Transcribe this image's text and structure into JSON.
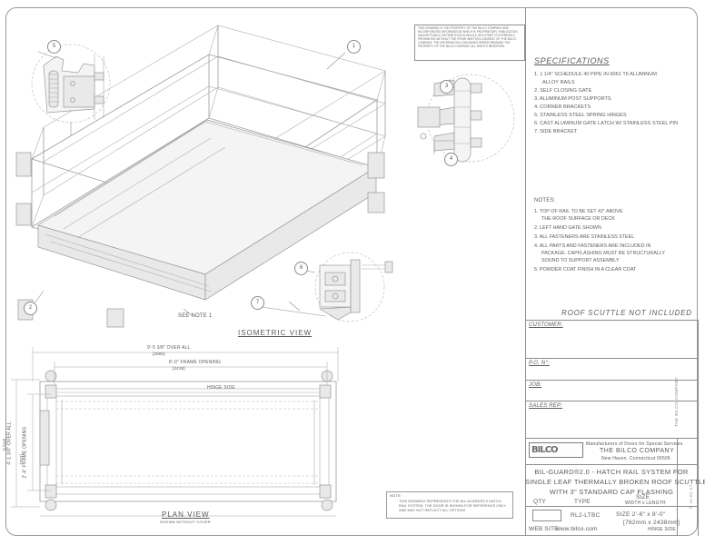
{
  "sheet": {
    "proprietary_notice": "THIS DRAWING IS THE PROPERTY OF THE BILCO COMPANY AND INCORPORATES INFORMATION WHICH IS PROPRIETARY. PUBLICATION AND/OR PUBLIC DISTRIBUTION IN WHOLE OR IN PART IS EXPRESSLY PROHIBITED WITHOUT THE PRIOR WRITTEN CONSENT OF THE BILCO COMPANY. THE INFORMATION CONTAINED HEREIN REMAINS THE PROPERTY OF THE BILCO COMPANY. ALL RIGHTS RESERVED.",
    "copyright": "© 11-01-17",
    "copyright_company": "THE BILCO COMPANY"
  },
  "specifications": {
    "heading": "SPECIFICATIONS",
    "items": [
      "1. 1 1/4\" SCHEDULE 40 PIPE IN 6061 T6 ALUMINUM",
      "ALLOY RAILS",
      "2. SELF CLOSING GATE",
      "3. ALUMINUM POST SUPPORTS",
      "4. CORNER BRACKETS",
      "5. STAINLESS STEEL SPRING HINGES",
      "6. CAST ALUMINUM GATE LATCH W/ STAINLESS STEEL PIN",
      "7. SIDE BRACKET"
    ]
  },
  "notes": {
    "heading": "NOTES:",
    "items": [
      "1. TOP OF RAIL TO BE SET 42\" ABOVE",
      "THE ROOF SURFACE OR DECK",
      "2. LEFT HAND GATE SHOWN",
      "3. ALL FASTENERS ARE STAINLESS STEEL",
      "4. ALL PARTS AND FASTENERS ARE INCLUDED IN",
      "PACKAGE. CAPFLASHING MUST BE STRUCTURALLY",
      "SOUND TO SUPPORT ASSEMBLY",
      "5. POWDER COAT FINISH IN A CLEAR COAT"
    ]
  },
  "titleblock": {
    "scuttle_note": "ROOF SCUTTLE NOT INCLUDED",
    "customer_label": "CUSTOMER:",
    "po_label": "P.O. N°:",
    "job_label": "JOB:",
    "sales_rep_label": "SALES REP:",
    "manufacturers_line": "Manufacturers of Doors for Special Services",
    "company_name": "THE  BILCO  COMPANY",
    "company_address": "New Haven, Connecticut 06505",
    "logo_text": "BILCO",
    "logo_mark": "®",
    "product_title_line1": "BIL-GUARD®2.0 -   HATCH RAIL SYSTEM FOR",
    "product_title_line2": "SINGLE LEAF THERMALLY BROKEN ROOF SCUTTLE",
    "product_title_line3": "WITH 3\" STANDARD CAP FLASHING",
    "col_qty": "QTY",
    "col_type": "TYPE",
    "col_size": "SIZE",
    "col_size_sub": "WIDTH x LENGTH",
    "row_type": "RL2-LTBC",
    "row_size_imperial": "SIZE  2'-6\"  x  8'-0\"",
    "row_size_metric": "[762mm  x  2438mm]",
    "hinge_side": "HINGE SIDE",
    "website_label": "WEB SITE:",
    "website_url": "www.bilco.com",
    "qty_value": ""
  },
  "isometric": {
    "view_label": "ISOMETRIC VIEW",
    "see_note": "SEE NOTE 1",
    "callouts": [
      "1",
      "2",
      "3",
      "4",
      "5",
      "6",
      "7"
    ]
  },
  "plan": {
    "view_label": "PLAN VIEW",
    "view_sublabel": "SHOWN WITHOUT COVER",
    "hinge_side": "HINGE SIDE",
    "dim_overall_top": "9'-5 3/8\"  OVER ALL",
    "dim_overall_top_mm": "[2880]",
    "dim_frame_top": "8'-0\"  FRAME OPENING",
    "dim_frame_top_mm": "[2438]",
    "dim_overall_left": "4'-1 3/4\"  OVER ALL",
    "dim_overall_left_mm": "[1264]",
    "dim_frame_left": "2'-6\"  FRAME OPENING",
    "dim_frame_left_mm": "[762]",
    "note_heading": "NOTE:",
    "note_body": "THIS DRAWING REPRESENTS THE BIL-GUARD®2.0 HATCH RAIL SYSTEM. THE DOOR IS SHOWN FOR REFERENCE ONLY AND MAY NOT REFLECT ALL OPTIONS"
  },
  "colors": {
    "line": "#9b9b9b",
    "text": "#5d5d5d",
    "border": "#9a9a9a",
    "fill": "#f4f4f4"
  }
}
